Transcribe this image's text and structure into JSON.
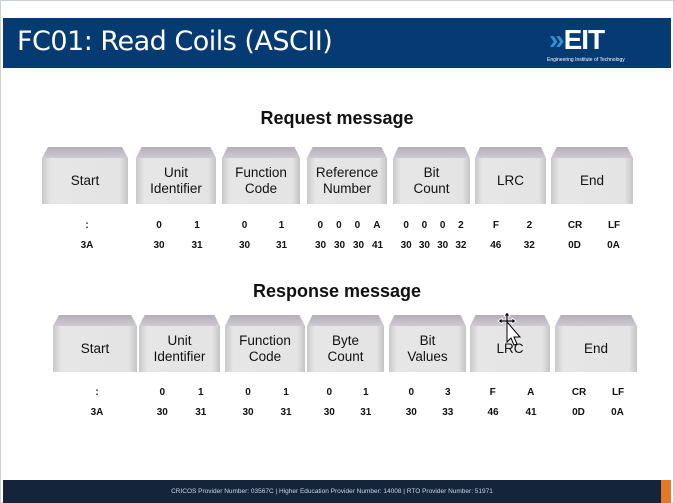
{
  "slide_title": "FC01: Read Coils (ASCII)",
  "logo": {
    "text": "EIT",
    "subtitle": "Engineering Institute of Technology"
  },
  "request": {
    "title": "Request message",
    "fields": [
      {
        "label": "Start",
        "chars": [
          ":"
        ],
        "hex": [
          "3A"
        ]
      },
      {
        "label": "Unit\nIdentifier",
        "chars": [
          "0",
          "1"
        ],
        "hex": [
          "30",
          "31"
        ]
      },
      {
        "label": "Function\nCode",
        "chars": [
          "0",
          "1"
        ],
        "hex": [
          "30",
          "31"
        ]
      },
      {
        "label": "Reference\nNumber",
        "chars": [
          "0",
          "0",
          "0",
          "A"
        ],
        "hex": [
          "30",
          "30",
          "30",
          "41"
        ]
      },
      {
        "label": "Bit\nCount",
        "chars": [
          "0",
          "0",
          "0",
          "2"
        ],
        "hex": [
          "30",
          "30",
          "30",
          "32"
        ]
      },
      {
        "label": "LRC",
        "chars": [
          "F",
          "2"
        ],
        "hex": [
          "46",
          "32"
        ]
      },
      {
        "label": "End",
        "chars": [
          "CR",
          "LF"
        ],
        "hex": [
          "0D",
          "0A"
        ]
      }
    ]
  },
  "response": {
    "title": "Response message",
    "fields": [
      {
        "label": "Start",
        "chars": [
          ":"
        ],
        "hex": [
          "3A"
        ]
      },
      {
        "label": "Unit\nIdentifier",
        "chars": [
          "0",
          "1"
        ],
        "hex": [
          "30",
          "31"
        ]
      },
      {
        "label": "Function\nCode",
        "chars": [
          "0",
          "1"
        ],
        "hex": [
          "30",
          "31"
        ]
      },
      {
        "label": "Byte\nCount",
        "chars": [
          "0",
          "1"
        ],
        "hex": [
          "30",
          "31"
        ]
      },
      {
        "label": "Bit\nValues",
        "chars": [
          "0",
          "3"
        ],
        "hex": [
          "30",
          "33"
        ]
      },
      {
        "label": "LRC",
        "chars": [
          "F",
          "A"
        ],
        "hex": [
          "46",
          "41"
        ]
      },
      {
        "label": "End",
        "chars": [
          "CR",
          "LF"
        ],
        "hex": [
          "0D",
          "0A"
        ]
      }
    ]
  },
  "footer": "CRICOS Provider Number: 03567C | Higher Education Provider Number: 14008 | RTO Provider Number: 51971",
  "colors": {
    "header": "#063a72",
    "footer": "#13243b",
    "accent": "#e8772a"
  }
}
